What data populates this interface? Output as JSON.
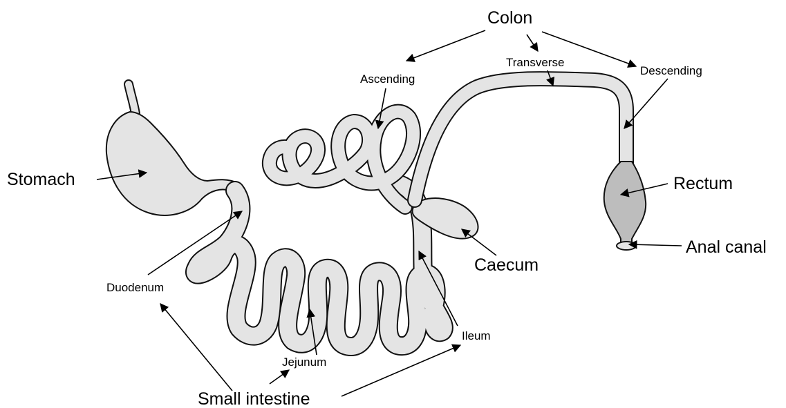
{
  "labels": {
    "colon": "Colon",
    "ascending": "Ascending",
    "transverse": "Transverse",
    "descending": "Descending",
    "stomach": "Stomach",
    "rectum": "Rectum",
    "anal_canal": "Anal canal",
    "caecum": "Caecum",
    "duodenum": "Duodenum",
    "ileum": "Ileum",
    "jejunum": "Jejunum",
    "small_intestine": "Small intestine"
  },
  "colors": {
    "organ_fill": "#e4e4e4",
    "rectum_fill": "#bdbdbd",
    "outline": "#111111"
  }
}
